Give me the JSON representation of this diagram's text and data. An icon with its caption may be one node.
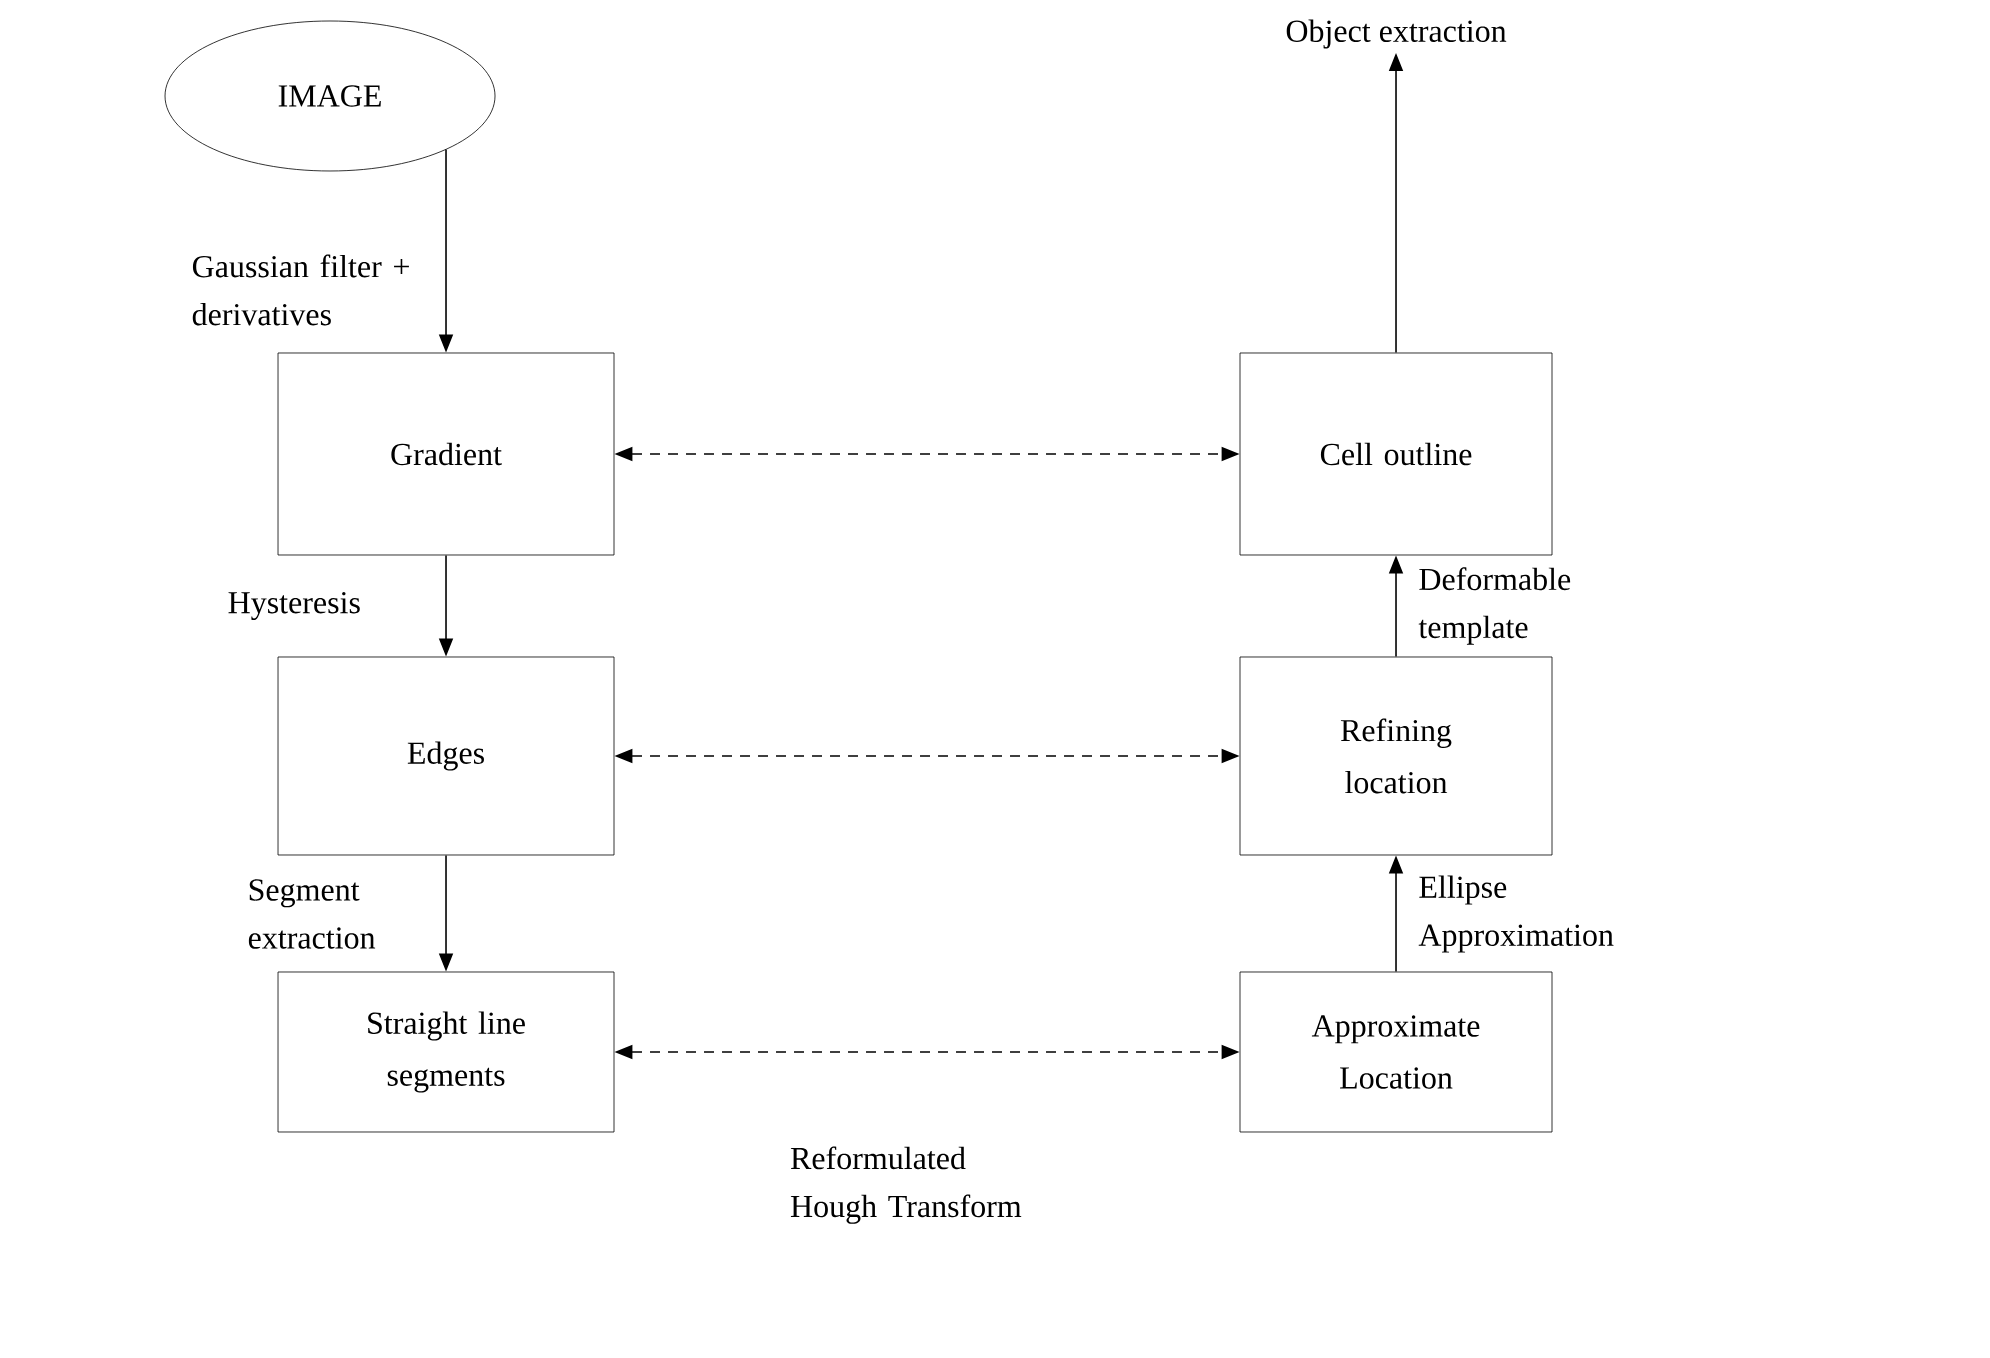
{
  "diagram": {
    "nodes": [
      {
        "text": [
          "IMAGE"
        ]
      },
      {
        "text": [
          "Gradient"
        ]
      },
      {
        "text": [
          "Edges"
        ]
      },
      {
        "text": [
          "Straight line segments"
        ]
      },
      {
        "text": [
          "Cell outline"
        ]
      },
      {
        "text": [
          "Refining location"
        ]
      },
      {
        "text": [
          "Approximate Location"
        ]
      },
      {
        "text": [
          "Object extraction"
        ]
      }
    ],
    "edges": [
      {
        "from": 0,
        "to": 1,
        "arrow": "to",
        "label": "Gaussian filter + derivatives"
      },
      {
        "from": 1,
        "to": 2,
        "arrow": "to",
        "label": "Hysteresis"
      },
      {
        "from": 2,
        "to": 3,
        "arrow": "to",
        "label": "Segment extraction"
      },
      {
        "from": 1,
        "to": 4,
        "arrow": "both",
        "style": "dashed"
      },
      {
        "from": 2,
        "to": 5,
        "arrow": "both",
        "style": "dashed"
      },
      {
        "from": 3,
        "to": 6,
        "arrow": "both",
        "style": "dashed",
        "label": "Reformulated Hough Transform"
      },
      {
        "from": 6,
        "to": 5,
        "arrow": "to",
        "label": "Ellipse Approximation"
      },
      {
        "from": 5,
        "to": 4,
        "arrow": "to",
        "label": "Deformable template"
      },
      {
        "from": 4,
        "to": 7,
        "arrow": "to"
      }
    ]
  }
}
